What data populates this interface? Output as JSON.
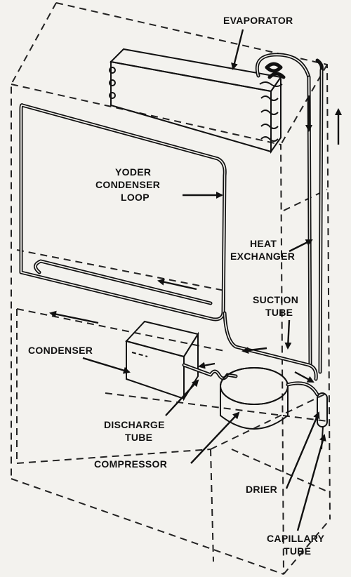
{
  "labels": {
    "evaporator": "EVAPORATOR",
    "yoder_line1": "YODER",
    "yoder_line2": "CONDENSER",
    "yoder_line3": "LOOP",
    "heat_line1": "HEAT",
    "heat_line2": "EXCHANGER",
    "suction_line1": "SUCTION",
    "suction_line2": "TUBE",
    "condenser": "CONDENSER",
    "discharge_line1": "DISCHARGE",
    "discharge_line2": "TUBE",
    "compressor": "COMPRESSOR",
    "drier": "DRIER",
    "capillary_line1": "CAPILLARY",
    "capillary_line2": "TUBE"
  },
  "colors": {
    "ink": "#111111",
    "paper": "#f3f2ee"
  }
}
